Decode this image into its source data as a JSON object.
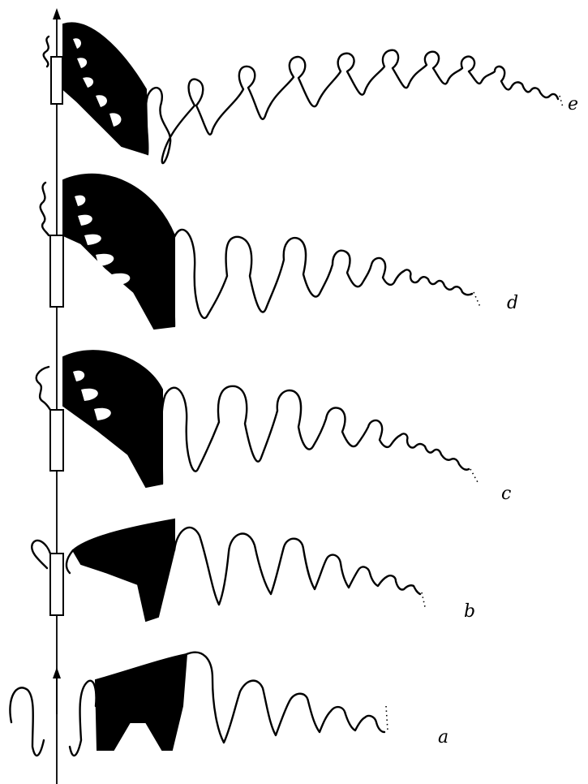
{
  "figure": {
    "stage_labels": [
      "a",
      "b",
      "c",
      "d",
      "e"
    ]
  }
}
